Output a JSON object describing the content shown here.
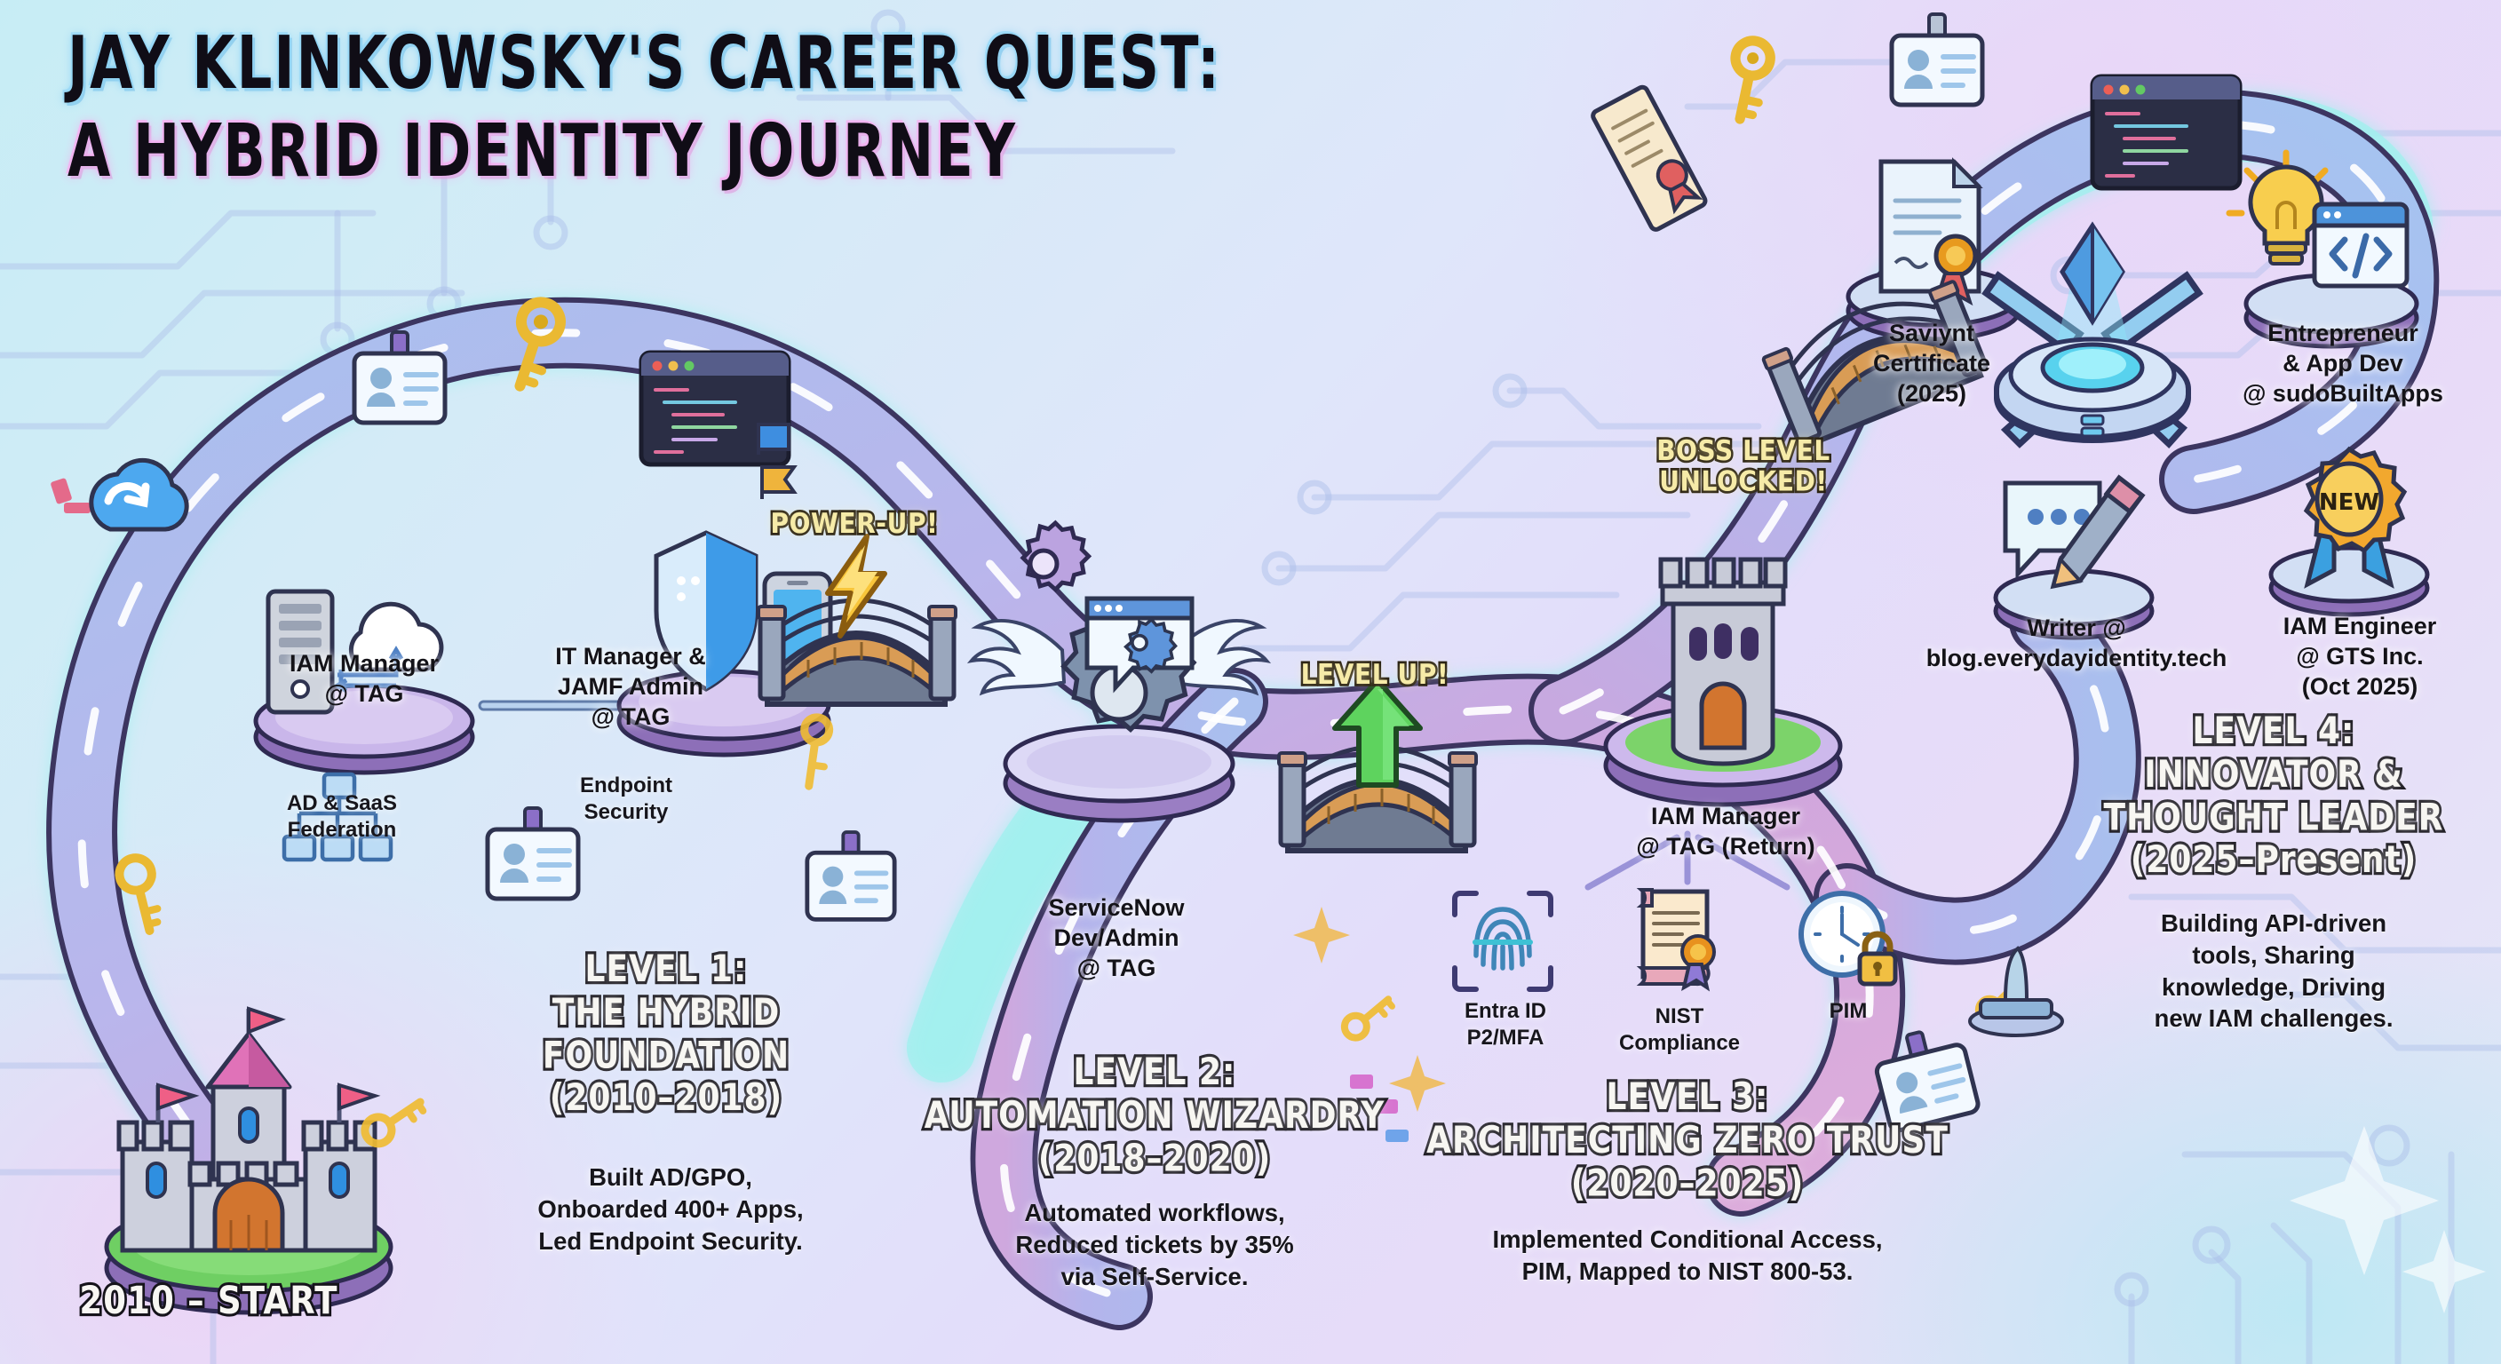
{
  "title": {
    "line1": "JAY KLINKOWSKY'S CAREER QUEST:",
    "line2": "A HYBRID IDENTITY JOURNEY"
  },
  "start": {
    "label": "2010 – START"
  },
  "badges": {
    "power_up": "POWER-UP!",
    "level_up": "LEVEL UP!",
    "boss_level": "BOSS LEVEL\nUNLOCKED!"
  },
  "nodes": {
    "iam_manager_tag": "IAM Manager\n@ TAG",
    "ad_saas": "AD & SaaS\nFederation",
    "it_manager_jamf": "IT Manager &\nJAMF Admin\n@ TAG",
    "endpoint_security": "Endpoint\nSecurity",
    "servicenow": "ServiceNow\nDev/Admin\n@ TAG",
    "iam_manager_return": "IAM Manager\n@ TAG (Return)",
    "entra_id": "Entra ID\nP2/MFA",
    "nist": "NIST\nCompliance",
    "pim": "PIM",
    "saviynt": "Saviynt\nCertificate\n(2025)",
    "entrepreneur": "Entrepreneur\n& App Dev\n@ sudoBuiltApps",
    "writer": "Writer @\nblog.everydayidentity.tech",
    "iam_engineer": "IAM Engineer\n@ GTS Inc.\n(Oct 2025)",
    "new_badge_text": "NEW"
  },
  "levels": [
    {
      "heading": "LEVEL 1:\nTHE HYBRID\nFOUNDATION\n(2010–2018)",
      "desc": "Built AD/GPO,\nOnboarded 400+ Apps,\nLed Endpoint Security."
    },
    {
      "heading": "LEVEL 2:\nAUTOMATION WIZARDRY\n(2018–2020)",
      "desc": "Automated workflows,\nReduced tickets by 35%\nvia Self-Service."
    },
    {
      "heading": "LEVEL 3:\nARCHITECTING ZERO TRUST\n(2020–2025)",
      "desc": "Implemented Conditional Access,\nPIM, Mapped to NIST 800-53."
    },
    {
      "heading": "LEVEL 4:\nINNOVATOR &\nTHOUGHT LEADER\n(2025–Present)",
      "desc": "Building API-driven\ntools, Sharing\nknowledge, Driving\nnew IAM challenges."
    }
  ],
  "colors": {
    "path_blue": "#9fb6ea",
    "path_purple": "#c9a9e0",
    "path_pink": "#e0b0dc",
    "badge_yellow": "#f6eba8",
    "heading_white": "#f7f6f2",
    "outline_dark": "#15131a",
    "accent_cyan": "#8fe8f5",
    "gold": "#f3c23d"
  }
}
